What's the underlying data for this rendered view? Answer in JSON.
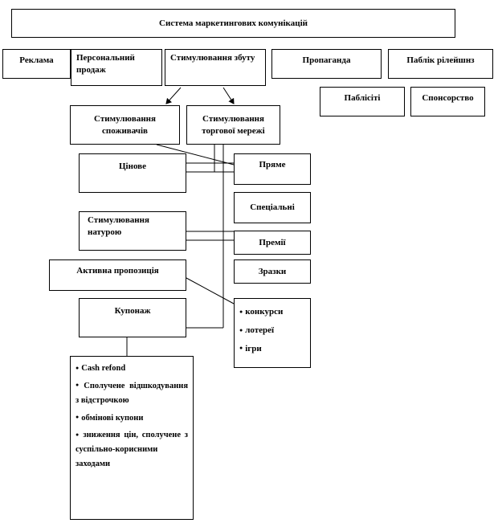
{
  "title": "Система маркетингових комунікацій",
  "top_row": {
    "reklama": "Реклама",
    "personal_sales": "Персональний продаж",
    "sales_promotion": "Стимулювання збуту",
    "propaganda": "Пропаганда",
    "public_relations": "Паблік рілейшнз"
  },
  "pr_sub": {
    "publicity": "Паблісіті",
    "sponsorship": "Спонсорство"
  },
  "promotion_sub": {
    "consumers": "Стимулювання споживачів",
    "trade": "Стимулювання торгової мережі"
  },
  "methods": {
    "price": "Цінове",
    "in_kind": "Стимулювання натурою",
    "active_offer": "Активна пропозиція",
    "coupons": "Купонаж"
  },
  "right_boxes": {
    "direct": "Пряме",
    "special": "Спеціальні",
    "bonuses": "Премії",
    "samples": "Зразки"
  },
  "games_list": [
    "конкурси",
    "лотереї",
    "ігри"
  ],
  "coupon_list": [
    "Cash refond",
    "Сполучене відшкодування з відстрочкою",
    "обмінові купони",
    "зниження цін, сполучене з суспільно-корисними заходами"
  ]
}
